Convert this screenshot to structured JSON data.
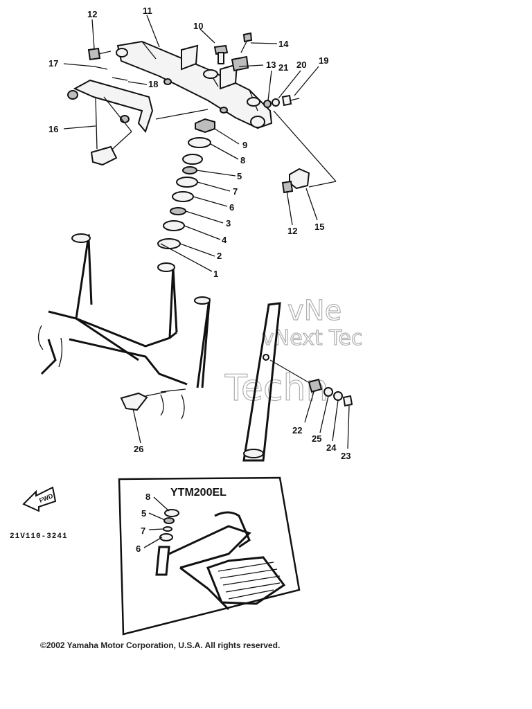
{
  "callouts": {
    "c1": "1",
    "c2": "2",
    "c3": "3",
    "c4": "4",
    "c5": "5",
    "c6": "6",
    "c7": "7",
    "c8": "8",
    "c9": "9",
    "c10": "10",
    "c11": "11",
    "c12a": "12",
    "c12b": "12",
    "c13": "13",
    "c14": "14",
    "c15": "15",
    "c16": "16",
    "c17": "17",
    "c18": "18",
    "c19": "19",
    "c20": "20",
    "c21": "21",
    "c22": "22",
    "c23": "23",
    "c24": "24",
    "c25": "25",
    "c26": "26"
  },
  "inset": {
    "title": "YTM200EL",
    "c8": "8",
    "c5": "5",
    "c7": "7",
    "c6": "6"
  },
  "fwd_label": "FWD",
  "ref_code": "21V110-3241",
  "watermark": {
    "line1": "vNext Tec",
    "line2": "Techn",
    "line3": "vNe"
  },
  "copyright": "©2002 Yamaha Motor Corporation, U.S.A. All rights reserved."
}
